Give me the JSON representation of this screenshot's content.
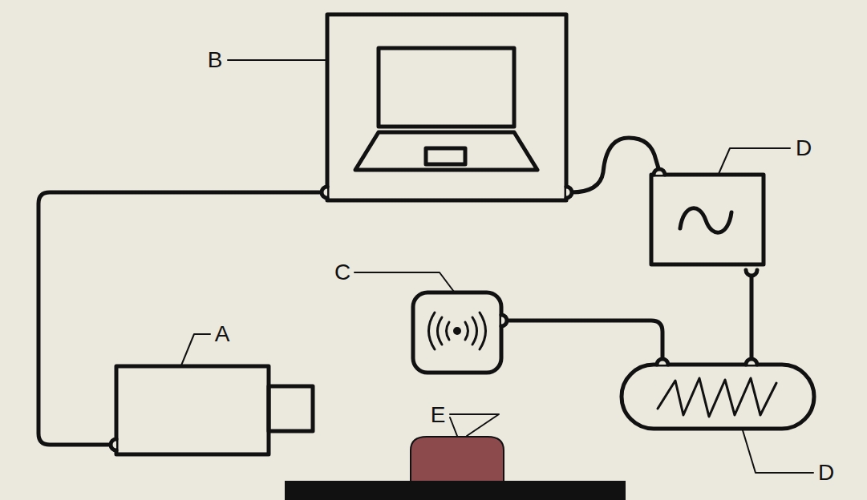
{
  "diagram": {
    "labels": [
      "B",
      "D",
      "C",
      "A",
      "E",
      "D"
    ]
  }
}
